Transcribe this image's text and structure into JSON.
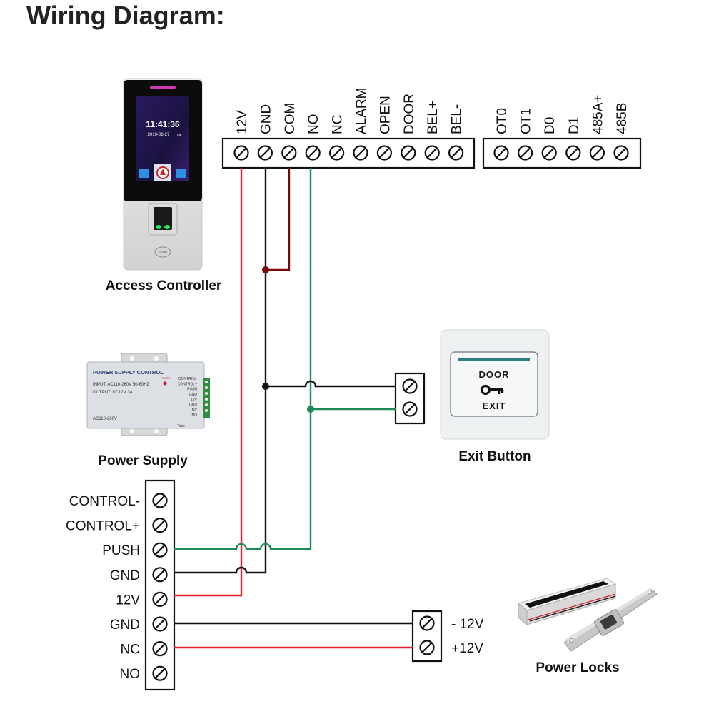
{
  "title": "Wiring Diagram:",
  "colors": {
    "red": "#e3202a",
    "dark_red": "#7a0a0a",
    "black": "#111111",
    "green": "#1e8a55"
  },
  "access_controller": {
    "caption": "Access Controller",
    "screen_time": "11:41:36",
    "screen_date": "2019-08-27",
    "screen_day": "Tue.",
    "card_label": "CARD",
    "terminal_block_main": [
      "12V",
      "GND",
      "COM",
      "NO",
      "NC",
      "ALARM",
      "OPEN",
      "DOOR",
      "BEL+",
      "BEL-"
    ],
    "terminal_block_aux": [
      "OT0",
      "OT1",
      "D0",
      "D1",
      "485A+",
      "485B"
    ]
  },
  "power_supply": {
    "caption": "Power Supply",
    "label_title": "POWER SUPPLY CONTROL",
    "label_input": "INPUT: AC110-260V 50-60HZ",
    "label_output": "OUTPUT: DC12V 3A",
    "label_ac": "AC110-260V",
    "label_power": "POWER",
    "label_time": "Time",
    "terminals": [
      "CONTROL-",
      "CONTROL+",
      "PUSH",
      "GND",
      "12V",
      "GND",
      "NC",
      "NO"
    ]
  },
  "exit_button": {
    "caption": "Exit Button",
    "top_text": "DOOR",
    "bottom_text": "EXIT"
  },
  "power_locks": {
    "caption": "Power Locks",
    "terminals": [
      "- 12V",
      "+12V"
    ]
  },
  "wires": [
    {
      "from": "Access Controller 12V",
      "to": "Power Supply 12V",
      "color": "red"
    },
    {
      "from": "Access Controller GND",
      "to": "Power Supply GND",
      "color": "black"
    },
    {
      "from": "Access Controller COM",
      "to": "Access Controller GND",
      "color": "dark_red"
    },
    {
      "from": "Access Controller NO",
      "to": "Power Supply PUSH",
      "color": "green"
    },
    {
      "from": "Access Controller GND",
      "to": "Exit Button terminal 1",
      "color": "black"
    },
    {
      "from": "Access Controller NO",
      "to": "Exit Button terminal 2",
      "color": "green"
    },
    {
      "from": "Power Supply GND",
      "to": "Power Locks - 12V",
      "color": "black"
    },
    {
      "from": "Power Supply NC",
      "to": "Power Locks +12V",
      "color": "red"
    }
  ]
}
